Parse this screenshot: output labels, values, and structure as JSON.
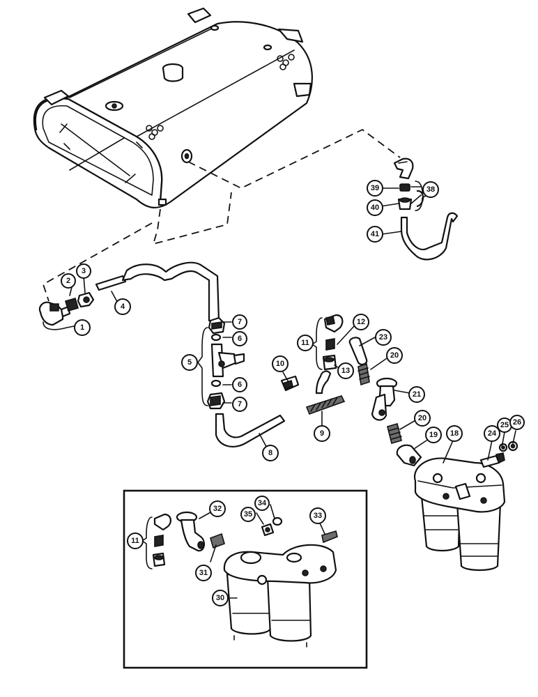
{
  "callouts": [
    {
      "id": "c1",
      "label": "1"
    },
    {
      "id": "c2",
      "label": "2"
    },
    {
      "id": "c3",
      "label": "3"
    },
    {
      "id": "c4",
      "label": "4"
    },
    {
      "id": "c5",
      "label": "5"
    },
    {
      "id": "c6a",
      "label": "6"
    },
    {
      "id": "c6b",
      "label": "6"
    },
    {
      "id": "c7a",
      "label": "7"
    },
    {
      "id": "c7b",
      "label": "7"
    },
    {
      "id": "c8",
      "label": "8"
    },
    {
      "id": "c9",
      "label": "9"
    },
    {
      "id": "c10",
      "label": "10"
    },
    {
      "id": "c11a",
      "label": "11"
    },
    {
      "id": "c11b",
      "label": "11"
    },
    {
      "id": "c12",
      "label": "12"
    },
    {
      "id": "c13",
      "label": "13"
    },
    {
      "id": "c18",
      "label": "18"
    },
    {
      "id": "c19",
      "label": "19"
    },
    {
      "id": "c20a",
      "label": "20"
    },
    {
      "id": "c20b",
      "label": "20"
    },
    {
      "id": "c21",
      "label": "21"
    },
    {
      "id": "c23",
      "label": "23"
    },
    {
      "id": "c24",
      "label": "24"
    },
    {
      "id": "c25",
      "label": "25"
    },
    {
      "id": "c26",
      "label": "26"
    },
    {
      "id": "c30",
      "label": "30"
    },
    {
      "id": "c31",
      "label": "31"
    },
    {
      "id": "c32",
      "label": "32"
    },
    {
      "id": "c33",
      "label": "33"
    },
    {
      "id": "c34",
      "label": "34"
    },
    {
      "id": "c35",
      "label": "35"
    },
    {
      "id": "c38",
      "label": "38"
    },
    {
      "id": "c39",
      "label": "39"
    },
    {
      "id": "c40",
      "label": "40"
    },
    {
      "id": "c41",
      "label": "41"
    }
  ]
}
